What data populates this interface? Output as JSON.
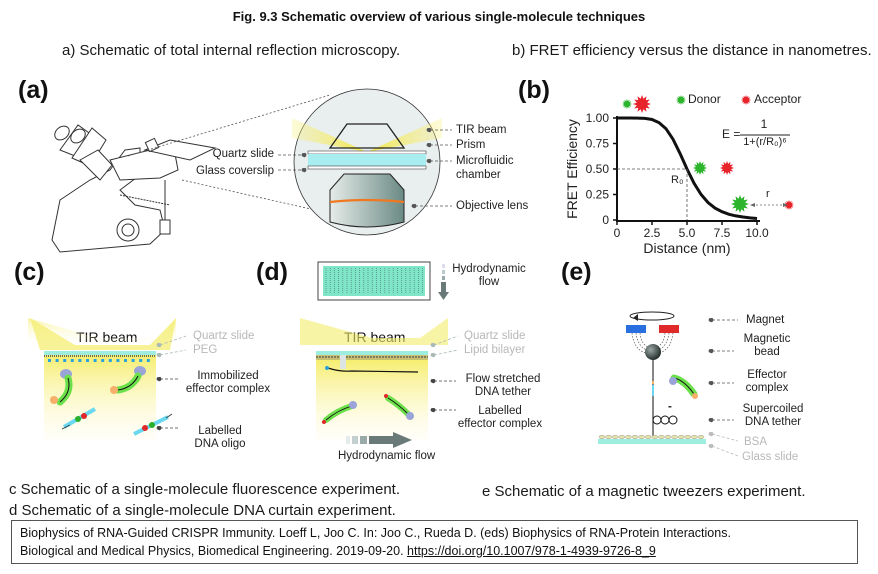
{
  "figure": {
    "title": "Fig. 9.3 Schematic overview of various single-molecule techniques",
    "captions": {
      "a": "a)  Schematic of total internal reflection microscopy.",
      "b": "b) FRET efficiency versus the distance in nanometres.",
      "c": "c Schematic of a single-molecule fluorescence experiment.",
      "d": "d Schematic of a single-molecule DNA curtain experiment.",
      "e": "e Schematic of a magnetic tweezers experiment."
    },
    "citation": {
      "text_line1": "Biophysics of RNA-Guided CRISPR Immunity. Loeff L, Joo C. In: Joo C., Rueda D. (eds) Biophysics of RNA-Protein Interactions.",
      "text_line2": "Biological and Medical Physics, Biomedical Engineering. 2019-09-20. ",
      "link": "https://doi.org/10.1007/978-1-4939-9726-8_9"
    }
  },
  "panels": {
    "a": {
      "label": "(a)",
      "left_labels": [
        "Quartz slide",
        "Glass coverslip"
      ],
      "right_labels": [
        "TIR beam",
        "Prism",
        "Microfluidic",
        "chamber",
        "Objective lens"
      ],
      "colors": {
        "beam": "#f7ef7a",
        "chamber": "#a8eef0",
        "lens_band": "#f07820",
        "circle": "#e9eeee"
      }
    },
    "b": {
      "label": "(b)",
      "legend": {
        "donor": "Donor",
        "acceptor": "Acceptor"
      },
      "equation": {
        "lhs": "E =",
        "numerator": "1",
        "denominator": "1+(r/R₀)⁶"
      },
      "annotations": {
        "r0": "R₀",
        "r": "r"
      },
      "colors": {
        "donor": "#2db52d",
        "acceptor": "#e8242b"
      }
    },
    "c": {
      "label": "(c)",
      "beam_label": "TIR beam",
      "labels": {
        "quartz": "Quartz slide",
        "peg": "PEG",
        "immobilized_1": "Immobilized",
        "immobilized_2": "effector complex",
        "oligo_1": "Labelled",
        "oligo_2": "DNA oligo"
      }
    },
    "d": {
      "label": "(d)",
      "beam_label": "TIR beam",
      "labels": {
        "flow_top_1": "Hydrodynamic",
        "flow_top_2": "flow",
        "quartz": "Quartz slide",
        "lipid": "Lipid bilayer",
        "tether_1": "Flow stretched",
        "tether_2": "DNA tether",
        "effector_1": "Labelled",
        "effector_2": "effector complex",
        "flow_bottom": "Hydrodynamic flow"
      }
    },
    "e": {
      "label": "(e)",
      "labels": {
        "magnet": "Magnet",
        "bead_1": "Magnetic",
        "bead_2": "bead",
        "effector_1": "Effector",
        "effector_2": "complex",
        "tether_1": "Supercoiled",
        "tether_2": "DNA tether",
        "bsa": "BSA",
        "glass": "Glass slide",
        "minus": "-"
      },
      "colors": {
        "magnet_blue": "#2a6fe0",
        "magnet_red": "#e02a2a"
      }
    }
  },
  "chart_data": {
    "type": "line",
    "title": "",
    "xlabel": "Distance (nm)",
    "ylabel": "FRET Efficiency",
    "xlim": [
      0,
      10.0
    ],
    "ylim": [
      0,
      1.0
    ],
    "x_ticks": [
      "0",
      "2.5",
      "5.0",
      "7.5",
      "10.0"
    ],
    "x_tick_values": [
      0,
      2.5,
      5.0,
      7.5,
      10.0
    ],
    "y_ticks": [
      "0",
      "0.25",
      "0.50",
      "0.75",
      "1.00"
    ],
    "y_tick_values": [
      0,
      0.25,
      0.5,
      0.75,
      1.0
    ],
    "R0": 5.0,
    "series": [
      {
        "name": "E = 1/(1+(r/R0)^6)",
        "x": [
          0,
          0.5,
          1.0,
          1.5,
          2.0,
          2.5,
          3.0,
          3.5,
          4.0,
          4.5,
          5.0,
          5.5,
          6.0,
          6.5,
          7.0,
          7.5,
          8.0,
          8.5,
          9.0,
          9.5,
          10.0
        ],
        "y": [
          1.0,
          1.0,
          1.0,
          0.999,
          0.996,
          0.985,
          0.955,
          0.895,
          0.792,
          0.653,
          0.5,
          0.361,
          0.251,
          0.172,
          0.117,
          0.081,
          0.056,
          0.04,
          0.029,
          0.021,
          0.015
        ]
      }
    ],
    "annotations": [
      "R₀ at E=0.50, r=5.0",
      "E = 1/(1+(r/R₀)⁶)"
    ],
    "legend": [
      "Donor",
      "Acceptor"
    ],
    "legend_position": "top-right",
    "grid": false
  }
}
